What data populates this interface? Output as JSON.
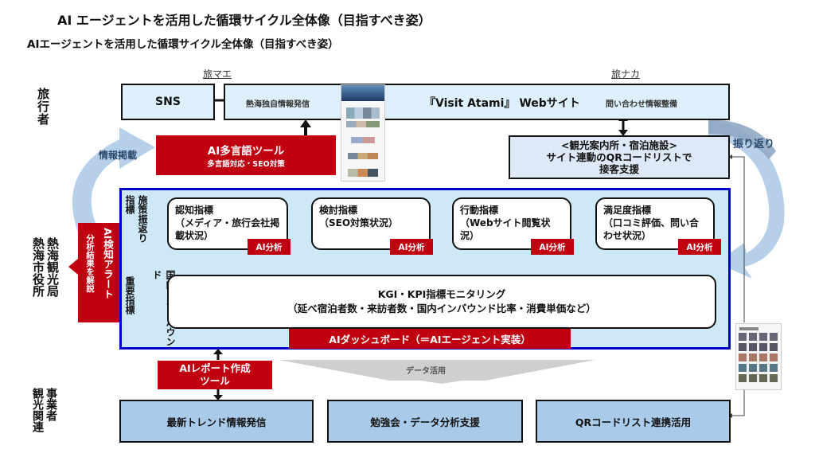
{
  "titles": {
    "main": "AI エージェントを活用した循環サイクル全体像（目指すべき姿）",
    "sub": "AIエージェントを活用した循環サイクル全体像（目指すべき姿）"
  },
  "phase_labels": {
    "tabimae": "旅マエ",
    "tabinaka": "旅ナカ"
  },
  "row_labels": {
    "traveler": "旅行者",
    "city_col1": "熱海観光局",
    "city_col2": "熱海市役所",
    "biz_col1": "事業者",
    "biz_col2": "観光関連"
  },
  "top_row": {
    "sns": "SNS",
    "atami_info": "熱海独自情報発信",
    "website": "『Visit Atami』 Webサイト",
    "inquiry": "問い合わせ情報整備"
  },
  "ai_multilang": {
    "title": "AI多言語ツール",
    "subtitle": "多言語対応・SEO対策"
  },
  "qr_support": {
    "line1": "<観光案内所・宿泊施設>",
    "line2": "サイト連動のQRコードリストで",
    "line3": "接客支援"
  },
  "cycle_labels": {
    "publish": "情報掲載",
    "review": "振り返り"
  },
  "ai_alert": {
    "title": "AI検知アラート",
    "subtitle": "分析結果を解説"
  },
  "panel": {
    "policy_label_col1": "施策振返り",
    "policy_label_col2": "指標",
    "kgi_label_col1": "国内＋インバウンド",
    "kgi_label_col2": "重要指標",
    "indicators": [
      {
        "title": "認知指標",
        "detail": "（メディア・旅行会社掲載状況）",
        "tag": "AI分析"
      },
      {
        "title": "検討指標",
        "detail": "（SEO対策状況）",
        "tag": "AI分析"
      },
      {
        "title": "行動指標",
        "detail": "（Webサイト閲覧状況）",
        "tag": "AI分析"
      },
      {
        "title": "満足度指標",
        "detail": "（口コミ評価、問い合わせ状況）",
        "tag": "AI分析"
      }
    ],
    "kgi": {
      "line1": "KGI・KPI指標モニタリング",
      "line2": "（延べ宿泊者数・来訪者数・国内インバウンド比率・消費単価など）"
    },
    "dashboard": "AIダッシュボード（＝AIエージェント実装）"
  },
  "ai_report": {
    "line1": "AIレポート作成",
    "line2": "ツール"
  },
  "data_use": "データ活用",
  "bottom_row": {
    "trend": "最新トレンド情報発信",
    "study": "勉強会・データ分析支援",
    "qr_list": "QRコードリスト連携活用"
  },
  "colors": {
    "red": "#c00010",
    "panel_border": "#0000cc",
    "light_blue": "#ddf0fb",
    "mid_blue": "#a9cbe9",
    "arc_blue": "#a9c8e6"
  }
}
